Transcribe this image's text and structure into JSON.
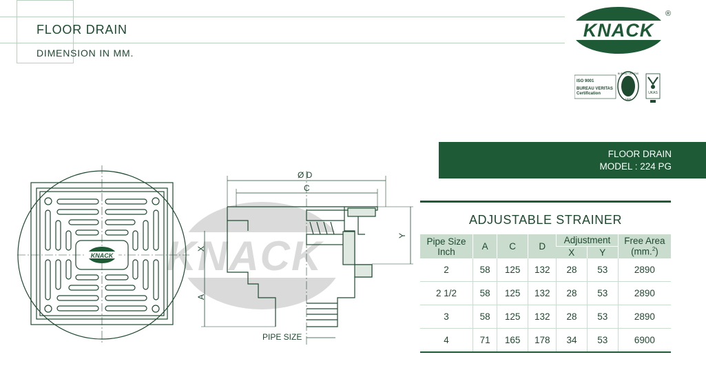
{
  "header": {
    "title": "FLOOR DRAIN",
    "subtitle": "DIMENSION IN MM."
  },
  "logo": {
    "brand": "KNACK",
    "registered": "®",
    "watermark": "KNACK"
  },
  "certification": {
    "iso": "ISO 9001",
    "body": "BUREAU VERITAS",
    "type": "Certification",
    "seal_top": "BUREAU VERITAS",
    "seal_year": "1828",
    "ukas": "UKAS"
  },
  "banner": {
    "line1": "FLOOR DRAIN",
    "line2": "MODEL : 224 PG"
  },
  "drawing": {
    "label_d": "Ø D",
    "label_c": "C",
    "label_x": "X",
    "label_y": "Y",
    "label_a": "A",
    "label_pipe": "PIPE SIZE",
    "grate_logo": "KNACK"
  },
  "table": {
    "title": "ADJUSTABLE STRAINER",
    "headers": {
      "pipe_size": "Pipe Size",
      "pipe_unit": "Inch",
      "a": "A",
      "c": "C",
      "d": "D",
      "adjustment": "Adjustment",
      "x": "X",
      "y": "Y",
      "free_area": "Free Area",
      "free_unit": "(mm.",
      "free_sup": "2",
      "free_close": ")"
    },
    "rows": [
      [
        "2",
        "58",
        "125",
        "132",
        "28",
        "53",
        "2890"
      ],
      [
        "2 1/2",
        "58",
        "125",
        "132",
        "28",
        "53",
        "2890"
      ],
      [
        "3",
        "58",
        "125",
        "132",
        "28",
        "53",
        "2890"
      ],
      [
        "4",
        "71",
        "165",
        "178",
        "34",
        "53",
        "6900"
      ]
    ]
  },
  "colors": {
    "brand_green": "#1e5a36",
    "light_green": "#c9dccd",
    "watermark": "#d9d9d9"
  }
}
